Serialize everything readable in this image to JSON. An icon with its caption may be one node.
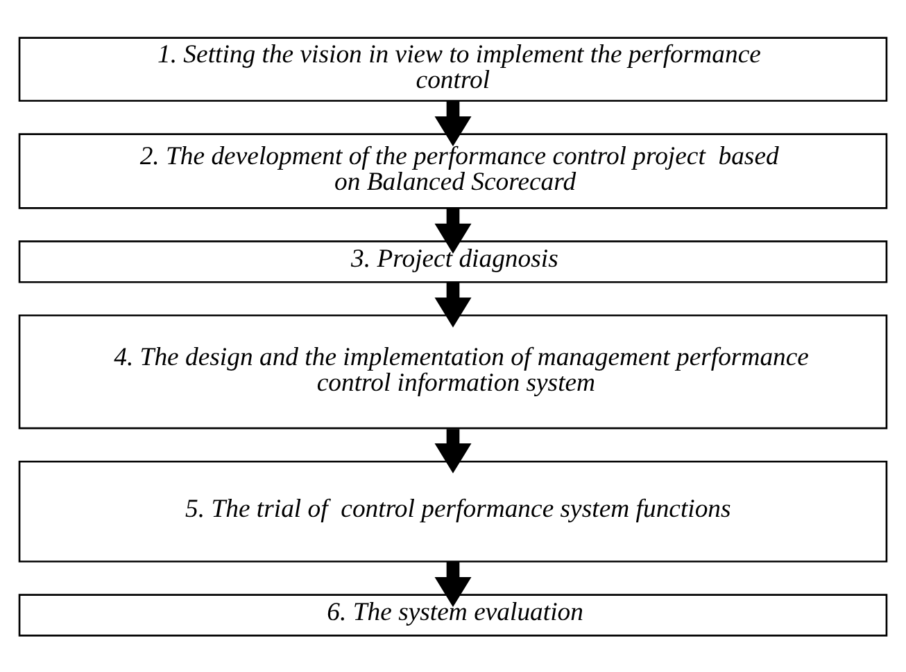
{
  "diagram": {
    "nodes": [
      {
        "text": [
          "1. Setting the vision in view to implement the performance control"
        ]
      },
      {
        "text": [
          "2. The development of the performance control project  based on Balanced Scorecard"
        ]
      },
      {
        "text": [
          "3. Project diagnosis"
        ]
      },
      {
        "text": [
          "4. The design and the implementation of management performance control information system"
        ]
      },
      {
        "text": [
          "5. The trial of  control performance system functions"
        ]
      },
      {
        "text": [
          "6. The system evaluation"
        ]
      }
    ],
    "edges": [
      {
        "from": 0,
        "to": 1,
        "arrow": "to"
      },
      {
        "from": 1,
        "to": 2,
        "arrow": "to"
      },
      {
        "from": 2,
        "to": 3,
        "arrow": "to"
      },
      {
        "from": 3,
        "to": 4,
        "arrow": "to"
      },
      {
        "from": 4,
        "to": 5,
        "arrow": "to"
      }
    ]
  }
}
